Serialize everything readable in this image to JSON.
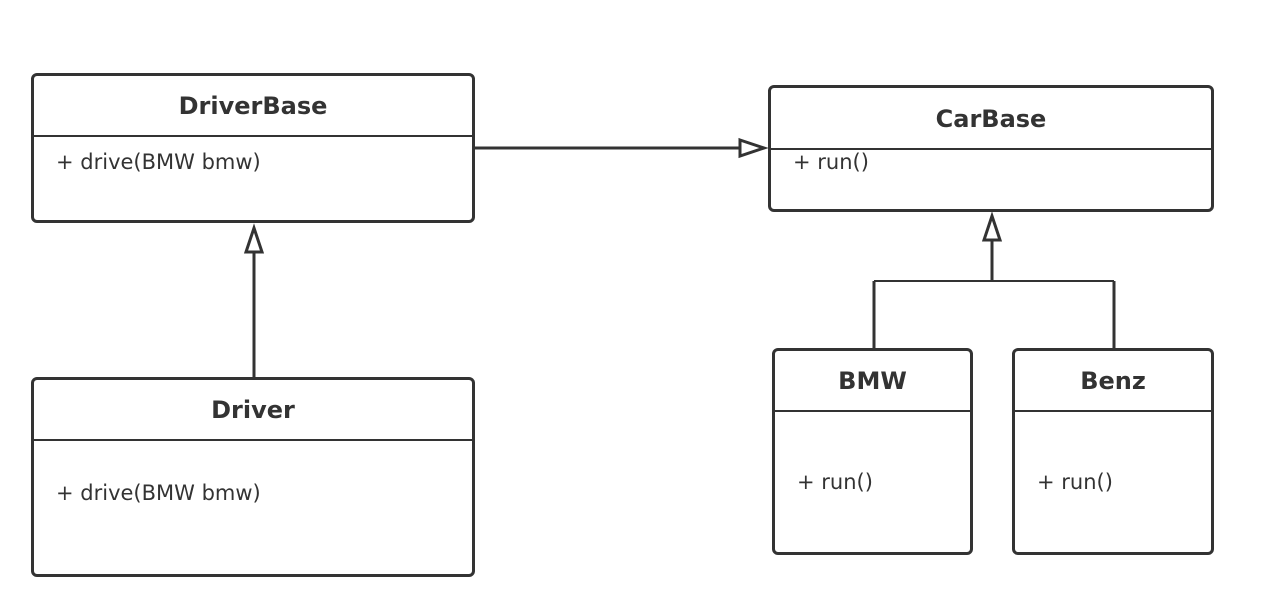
{
  "classes": {
    "driver_base": {
      "name": "DriverBase",
      "members": [
        "+ drive(BMW bmw)"
      ]
    },
    "driver": {
      "name": "Driver",
      "members": [
        "+ drive(BMW bmw)"
      ]
    },
    "car_base": {
      "name": "CarBase",
      "members": [
        "+ run()"
      ]
    },
    "bmw": {
      "name": "BMW",
      "members": [
        "+ run()"
      ]
    },
    "benz": {
      "name": "Benz",
      "members": [
        "+ run()"
      ]
    }
  },
  "relations": [
    {
      "type": "dependency",
      "from": "DriverBase",
      "to": "CarBase"
    },
    {
      "type": "inheritance",
      "from": "Driver",
      "to": "DriverBase"
    },
    {
      "type": "inheritance",
      "from": "BMW",
      "to": "CarBase"
    },
    {
      "type": "inheritance",
      "from": "Benz",
      "to": "CarBase"
    }
  ],
  "colors": {
    "stroke": "#333333",
    "background": "#ffffff"
  }
}
